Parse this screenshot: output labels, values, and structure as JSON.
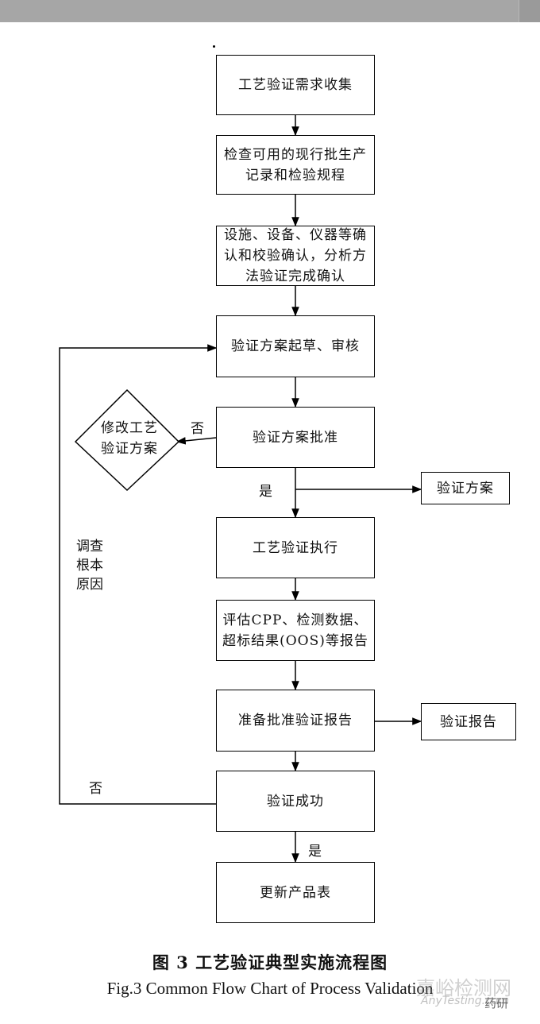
{
  "nodes": {
    "collect": "工艺验证需求收集",
    "check_records": "检查可用的现行批生产\n记录和检验规程",
    "confirm": "设施、设备、仪器等确\n认和校验确认，分析方\n法验证完成确认",
    "draft": "验证方案起草、审核",
    "approve": "验证方案批准",
    "modify": "修改工艺\n验证方案",
    "plan_doc": "验证方案",
    "execute": "工艺验证执行",
    "evaluate": "评估CPP、检测数据、\n超标结果(OOS)等报告",
    "prepare_report": "准备批准验证报告",
    "report_doc": "验证报告",
    "success": "验证成功",
    "update": "更新产品表"
  },
  "labels": {
    "no_approve": "否",
    "yes_approve": "是",
    "investigate": "调查\n根本\n原因",
    "no_success": "否",
    "yes_success": "是"
  },
  "caption": {
    "cn": "图 3   工艺验证典型实施流程图",
    "en": "Fig.3   Common Flow Chart of Process Validation"
  },
  "watermark": {
    "site_cn": "嘉峪检测网",
    "site_en": "AnyTesting.com",
    "account": "药研"
  }
}
